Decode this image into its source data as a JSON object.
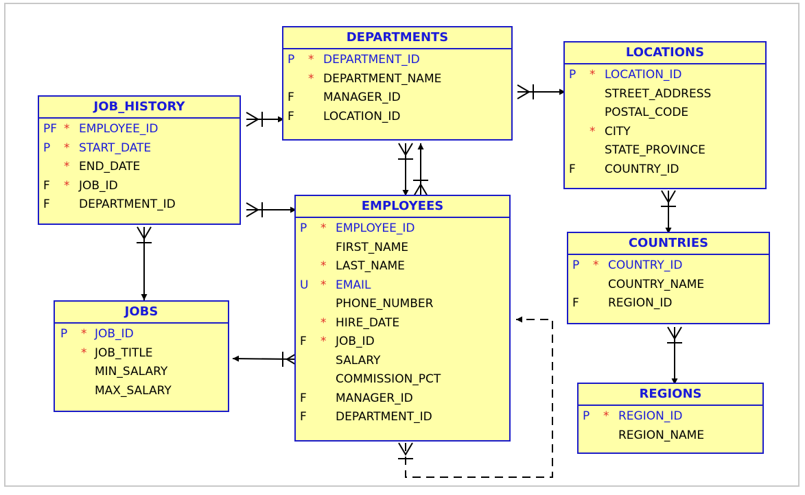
{
  "entities": [
    {
      "id": "departments",
      "name": "DEPARTMENTS",
      "columns": [
        {
          "key": "P",
          "required": true,
          "name": "DEPARTMENT_ID",
          "primary": true
        },
        {
          "key": "",
          "required": true,
          "name": "DEPARTMENT_NAME",
          "primary": false
        },
        {
          "key": "F",
          "required": false,
          "name": "MANAGER_ID",
          "primary": false
        },
        {
          "key": "F",
          "required": false,
          "name": "LOCATION_ID",
          "primary": false
        }
      ]
    },
    {
      "id": "locations",
      "name": "LOCATIONS",
      "columns": [
        {
          "key": "P",
          "required": true,
          "name": "LOCATION_ID",
          "primary": true
        },
        {
          "key": "",
          "required": false,
          "name": "STREET_ADDRESS",
          "primary": false
        },
        {
          "key": "",
          "required": false,
          "name": "POSTAL_CODE",
          "primary": false
        },
        {
          "key": "",
          "required": true,
          "name": "CITY",
          "primary": false
        },
        {
          "key": "",
          "required": false,
          "name": "STATE_PROVINCE",
          "primary": false
        },
        {
          "key": "F",
          "required": false,
          "name": "COUNTRY_ID",
          "primary": false
        }
      ]
    },
    {
      "id": "job-history",
      "name": "JOB_HISTORY",
      "columns": [
        {
          "key": "PF",
          "required": true,
          "name": "EMPLOYEE_ID",
          "primary": true
        },
        {
          "key": "P",
          "required": true,
          "name": "START_DATE",
          "primary": true
        },
        {
          "key": "",
          "required": true,
          "name": "END_DATE",
          "primary": false
        },
        {
          "key": "F",
          "required": true,
          "name": "JOB_ID",
          "primary": false
        },
        {
          "key": "F",
          "required": false,
          "name": "DEPARTMENT_ID",
          "primary": false
        }
      ]
    },
    {
      "id": "employees",
      "name": "EMPLOYEES",
      "columns": [
        {
          "key": "P",
          "required": true,
          "name": "EMPLOYEE_ID",
          "primary": true
        },
        {
          "key": "",
          "required": false,
          "name": "FIRST_NAME",
          "primary": false
        },
        {
          "key": "",
          "required": true,
          "name": "LAST_NAME",
          "primary": false
        },
        {
          "key": "U",
          "required": true,
          "name": "EMAIL",
          "primary": true
        },
        {
          "key": "",
          "required": false,
          "name": "PHONE_NUMBER",
          "primary": false
        },
        {
          "key": "",
          "required": true,
          "name": "HIRE_DATE",
          "primary": false
        },
        {
          "key": "F",
          "required": true,
          "name": "JOB_ID",
          "primary": false
        },
        {
          "key": "",
          "required": false,
          "name": "SALARY",
          "primary": false
        },
        {
          "key": "",
          "required": false,
          "name": "COMMISSION_PCT",
          "primary": false
        },
        {
          "key": "F",
          "required": false,
          "name": "MANAGER_ID",
          "primary": false
        },
        {
          "key": "F",
          "required": false,
          "name": "DEPARTMENT_ID",
          "primary": false
        }
      ]
    },
    {
      "id": "countries",
      "name": "COUNTRIES",
      "columns": [
        {
          "key": "P",
          "required": true,
          "name": "COUNTRY_ID",
          "primary": true
        },
        {
          "key": "",
          "required": false,
          "name": "COUNTRY_NAME",
          "primary": false
        },
        {
          "key": "F",
          "required": false,
          "name": "REGION_ID",
          "primary": false
        }
      ]
    },
    {
      "id": "jobs",
      "name": "JOBS",
      "columns": [
        {
          "key": "P",
          "required": true,
          "name": "JOB_ID",
          "primary": true
        },
        {
          "key": "",
          "required": true,
          "name": "JOB_TITLE",
          "primary": false
        },
        {
          "key": "",
          "required": false,
          "name": "MIN_SALARY",
          "primary": false
        },
        {
          "key": "",
          "required": false,
          "name": "MAX_SALARY",
          "primary": false
        }
      ]
    },
    {
      "id": "regions",
      "name": "REGIONS",
      "columns": [
        {
          "key": "P",
          "required": true,
          "name": "REGION_ID",
          "primary": true
        },
        {
          "key": "",
          "required": false,
          "name": "REGION_NAME",
          "primary": false
        }
      ]
    }
  ],
  "relationships": [
    {
      "from": "job-history",
      "to": "departments",
      "style": "solid"
    },
    {
      "from": "job-history",
      "to": "employees",
      "style": "solid"
    },
    {
      "from": "job-history",
      "to": "jobs",
      "style": "solid"
    },
    {
      "from": "departments",
      "to": "locations",
      "style": "solid"
    },
    {
      "from": "departments",
      "to": "employees",
      "style": "solid"
    },
    {
      "from": "employees",
      "to": "departments",
      "style": "solid"
    },
    {
      "from": "employees",
      "to": "jobs",
      "style": "solid"
    },
    {
      "from": "employees",
      "to": "employees",
      "style": "dashed"
    },
    {
      "from": "locations",
      "to": "countries",
      "style": "solid"
    },
    {
      "from": "countries",
      "to": "regions",
      "style": "solid"
    }
  ],
  "colors": {
    "entity_fill": "#ffffa8",
    "border": "#1b1bc8",
    "title": "#1a1ad9",
    "required": "#e0302a",
    "line": "#000000"
  },
  "marker_symbols": {
    "required": "*"
  }
}
